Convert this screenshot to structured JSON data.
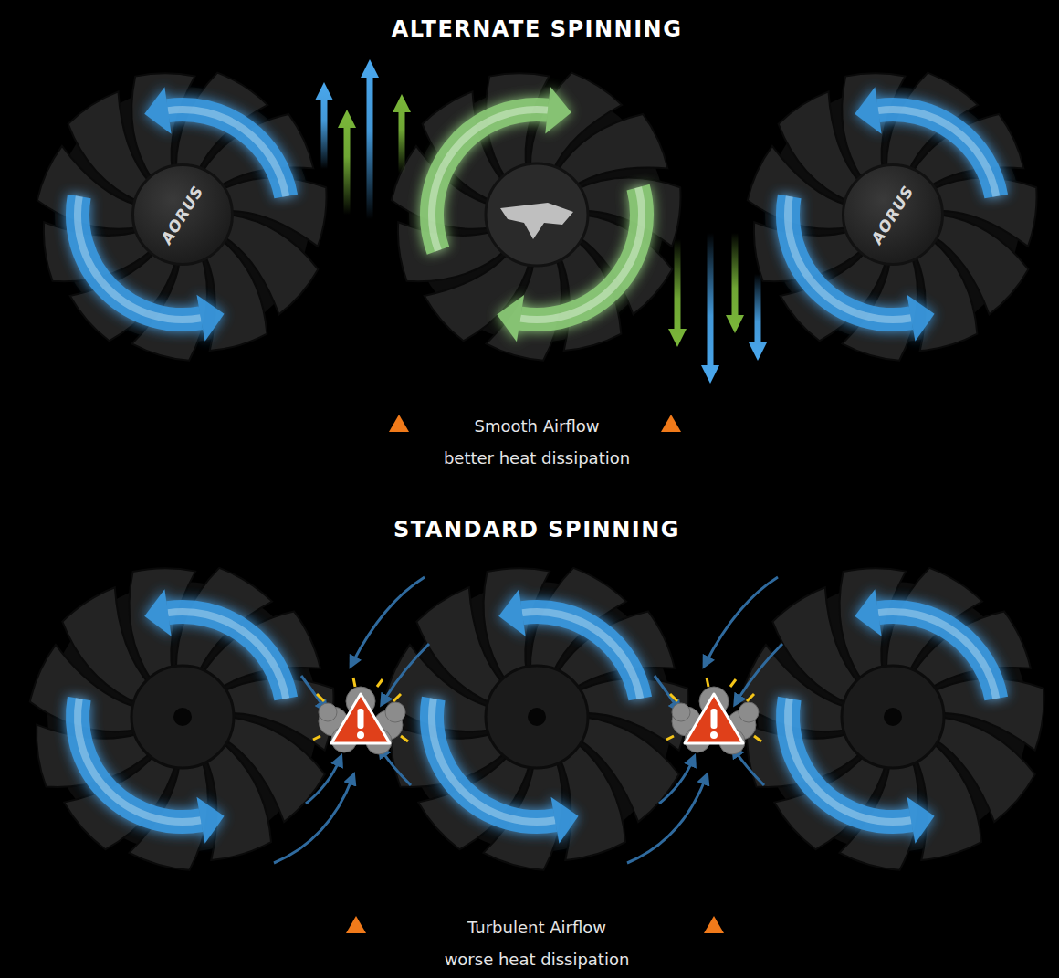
{
  "diagram": {
    "nodes": [
      {
        "text": [
          "AORUS"
        ]
      },
      {
        "text": [
          "AORUS"
        ]
      }
    ],
    "labels": [
      "ALTERNATE SPINNING",
      "Smooth Airflow",
      "better heat dissipation",
      "STANDARD SPINNING",
      "Turbulent Airflow",
      "worse heat dissipation"
    ]
  }
}
